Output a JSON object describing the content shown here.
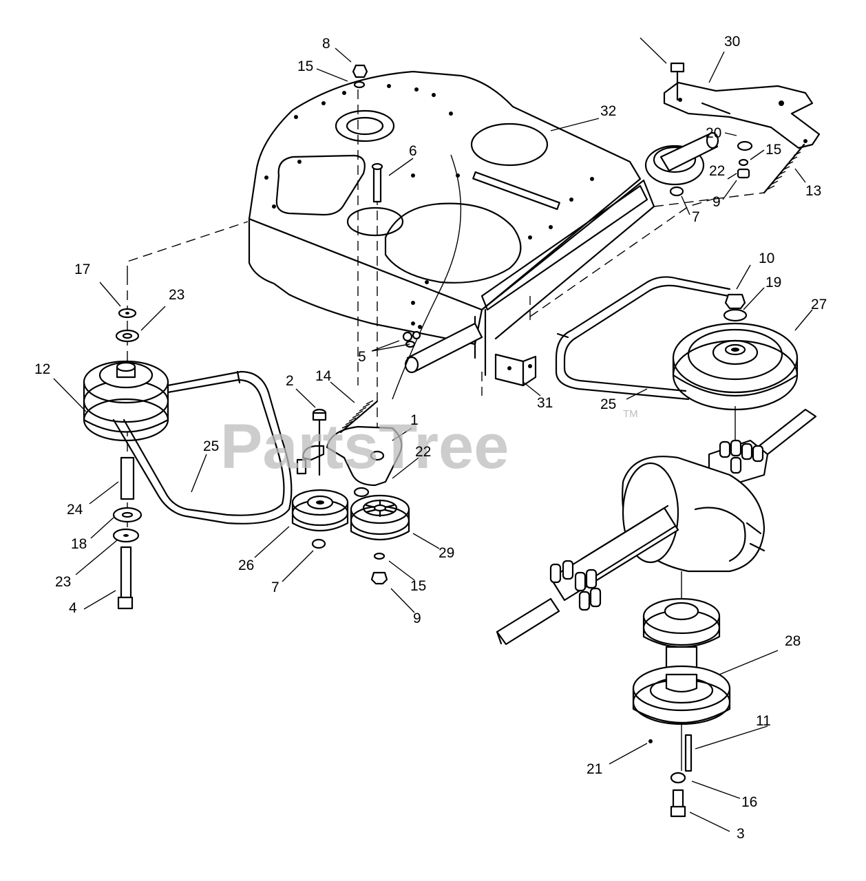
{
  "watermark": {
    "brand": "PartsTree",
    "mark": "TM"
  },
  "callouts": [
    {
      "num": "8"
    },
    {
      "num": "15"
    },
    {
      "num": "6"
    },
    {
      "num": "32"
    },
    {
      "num": "30"
    },
    {
      "num": "20"
    },
    {
      "num": "15"
    },
    {
      "num": "22"
    },
    {
      "num": "9"
    },
    {
      "num": "7"
    },
    {
      "num": "13"
    },
    {
      "num": "17"
    },
    {
      "num": "23"
    },
    {
      "num": "12"
    },
    {
      "num": "5"
    },
    {
      "num": "2"
    },
    {
      "num": "14"
    },
    {
      "num": "31"
    },
    {
      "num": "10"
    },
    {
      "num": "19"
    },
    {
      "num": "27"
    },
    {
      "num": "25"
    },
    {
      "num": "1"
    },
    {
      "num": "22"
    },
    {
      "num": "25"
    },
    {
      "num": "24"
    },
    {
      "num": "18"
    },
    {
      "num": "23"
    },
    {
      "num": "4"
    },
    {
      "num": "26"
    },
    {
      "num": "7"
    },
    {
      "num": "29"
    },
    {
      "num": "15"
    },
    {
      "num": "9"
    },
    {
      "num": "28"
    },
    {
      "num": "11"
    },
    {
      "num": "21"
    },
    {
      "num": "16"
    },
    {
      "num": "3"
    }
  ]
}
